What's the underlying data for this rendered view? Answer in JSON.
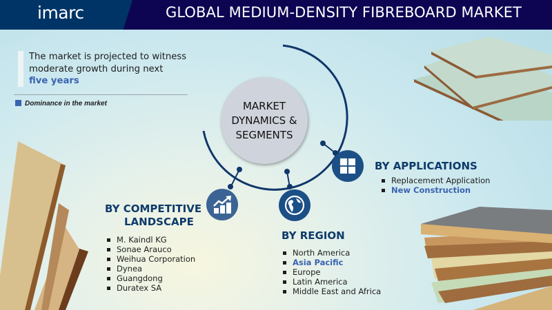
{
  "header": {
    "logo_text": "imarc",
    "title": "GLOBAL MEDIUM-DENSITY FIBREBOARD MARKET"
  },
  "projection": {
    "line1": "The market is projected to witness",
    "line2": "moderate  growth during next",
    "highlight": "five years"
  },
  "legend": {
    "label": "Dominance in the market",
    "color": "#3a63b0"
  },
  "center": {
    "line1": "MARKET",
    "line2": "DYNAMICS &",
    "line3": "SEGMENTS"
  },
  "segments": {
    "applications": {
      "title": "BY APPLICATIONS",
      "icon": "grid-icon",
      "items": [
        {
          "label": "Replacement Application",
          "dominant": false
        },
        {
          "label": "New Construction",
          "dominant": true
        }
      ]
    },
    "competitive": {
      "title_line1": "BY  COMPETITIVE",
      "title_line2": "LANDSCAPE",
      "icon": "growth-chart-icon",
      "items": [
        {
          "label": "M. Kaindl KG"
        },
        {
          "label": "Sonae Arauco"
        },
        {
          "label": "Weihua Corporation"
        },
        {
          "label": "Dynea"
        },
        {
          "label": "Guangdong"
        },
        {
          "label": "Duratex SA"
        }
      ]
    },
    "region": {
      "title": "BY  REGION",
      "icon": "globe-icon",
      "items": [
        {
          "label": "North America",
          "dominant": false
        },
        {
          "label": "Asia Pacific",
          "dominant": true
        },
        {
          "label": "Europe",
          "dominant": false
        },
        {
          "label": "Latin America",
          "dominant": false
        },
        {
          "label": "Middle East and Africa",
          "dominant": false
        }
      ]
    }
  },
  "colors": {
    "header_bg": "#0d0552",
    "logo_bg": "#003466",
    "accent": "#3a63b0",
    "heading": "#0e3a6a",
    "node": "#1b4f86"
  }
}
